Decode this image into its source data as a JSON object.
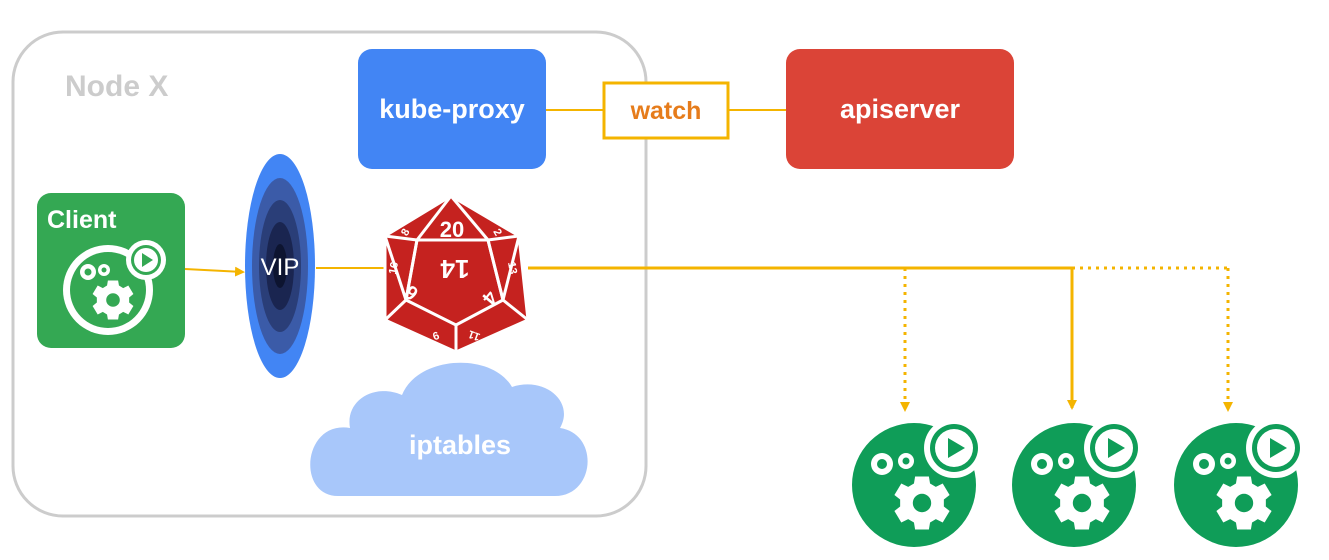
{
  "node": {
    "title": "Node X"
  },
  "kube_proxy": {
    "label": "kube-proxy"
  },
  "watch": {
    "label": "watch"
  },
  "apiserver": {
    "label": "apiserver"
  },
  "client": {
    "label": "Client"
  },
  "vip": {
    "label": "VIP"
  },
  "iptables": {
    "label": "iptables"
  },
  "dice": {
    "top": "20",
    "center": "14",
    "left_top": "8",
    "right_top": "2",
    "left_mid": "16",
    "right_mid": "13",
    "left_bottom": "6",
    "right_bottom": "4",
    "bottom_left": "9",
    "bottom_right": "11"
  },
  "colors": {
    "node_border": "#cccccc",
    "node_title": "#cccccc",
    "kube_proxy": "#4285f4",
    "apiserver": "#db4437",
    "watch_border": "#f4b400",
    "watch_text": "#e67c1b",
    "client": "#34a853",
    "pod": "#0f9d58",
    "vip_outer": "#4285f4",
    "iptables": "#a8c7fa",
    "dice": "#c5221f",
    "arrow": "#f4b400"
  }
}
